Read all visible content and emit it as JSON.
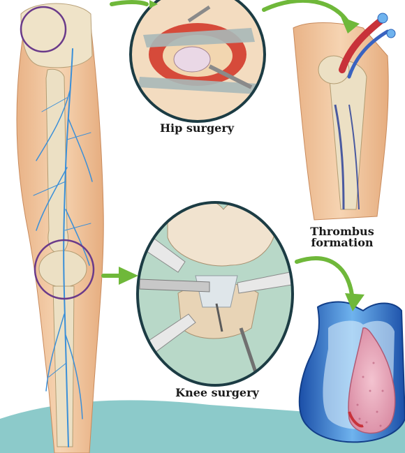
{
  "labels": {
    "hip_surgery": "Hip surgery",
    "thrombus_line1": "Thrombus",
    "thrombus_line2": "formation",
    "knee_surgery": "Knee surgery"
  },
  "colors": {
    "skin": "#f2c9a0",
    "bone": "#ece0c4",
    "vein": "#3a8fd8",
    "arrow": "#6fb83a",
    "circle_outline": "#6a3a8a",
    "thrombus_vessel": "#2a63b8",
    "clot": "#e8a6b8",
    "artery": "#c8323a",
    "teal_band": "#7fc4c4"
  }
}
